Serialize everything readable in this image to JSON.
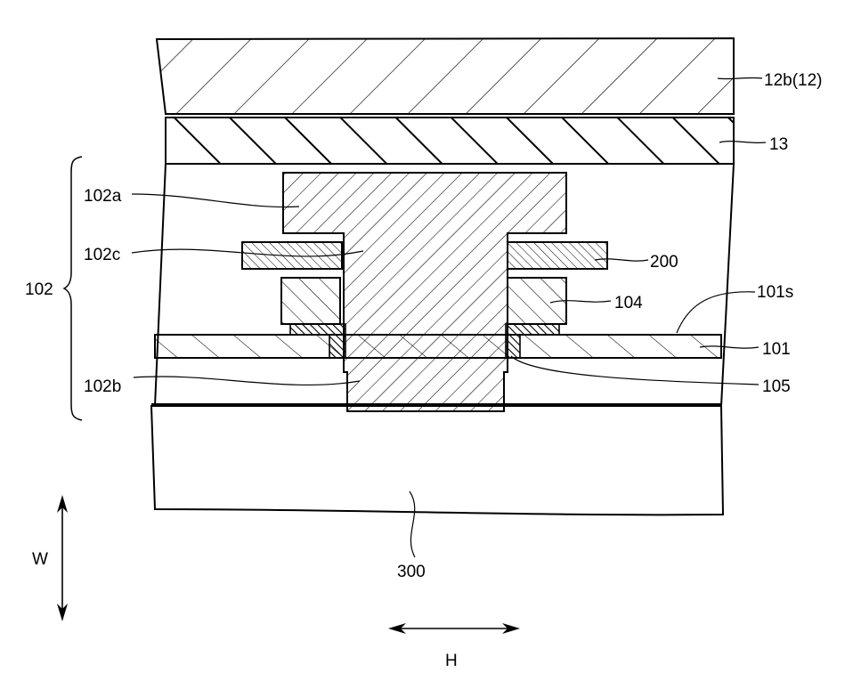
{
  "labels": {
    "l_12b": "12b(12)",
    "l_13": "13",
    "l_102a": "102a",
    "l_102c": "102c",
    "l_200": "200",
    "l_102": "102",
    "l_104": "104",
    "l_101s": "101s",
    "l_101": "101",
    "l_102b": "102b",
    "l_105": "105",
    "l_300": "300",
    "l_w": "W",
    "l_h": "H"
  }
}
